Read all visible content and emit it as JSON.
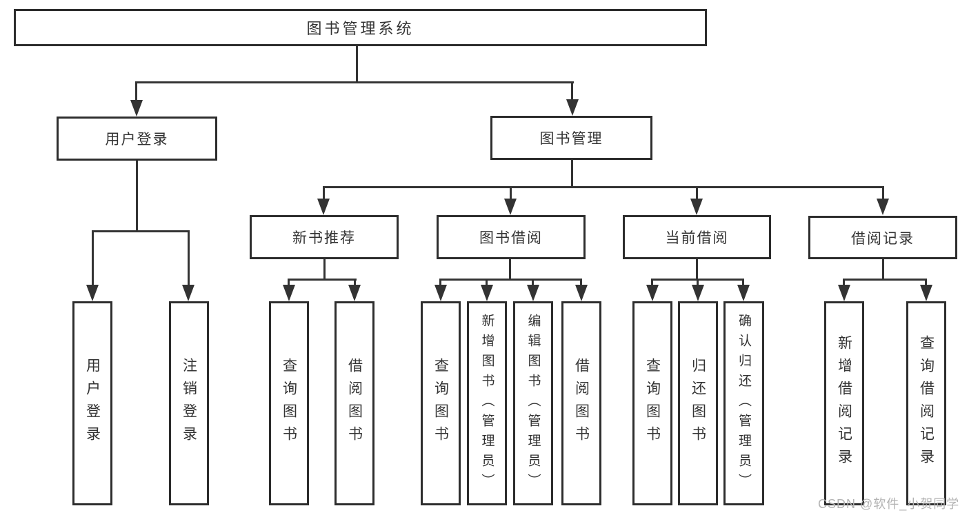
{
  "tree": {
    "label": "图书管理系统",
    "children": [
      {
        "label": "用户登录",
        "children": [
          {
            "label": "用户登录"
          },
          {
            "label": "注销登录"
          }
        ]
      },
      {
        "label": "图书管理",
        "children": [
          {
            "label": "新书推荐",
            "children": [
              {
                "label": "查询图书"
              },
              {
                "label": "借阅图书"
              }
            ]
          },
          {
            "label": "图书借阅",
            "children": [
              {
                "label": "查询图书"
              },
              {
                "label": "新增图书（管理员）"
              },
              {
                "label": "编辑图书（管理员）"
              },
              {
                "label": "借阅图书"
              }
            ]
          },
          {
            "label": "当前借阅",
            "children": [
              {
                "label": "查询图书"
              },
              {
                "label": "归还图书"
              },
              {
                "label": "确认归还（管理员）"
              }
            ]
          },
          {
            "label": "借阅记录",
            "children": [
              {
                "label": "新增借阅记录"
              },
              {
                "label": "查询借阅记录"
              }
            ]
          }
        ]
      }
    ]
  },
  "watermark": {
    "label": "CSDN @软件_小贺同学"
  },
  "colors": {
    "background": "#ffffff",
    "box_border": "#2d2d2d",
    "line": "#333333",
    "text": "#333333",
    "watermark": "#b3b3b3"
  }
}
